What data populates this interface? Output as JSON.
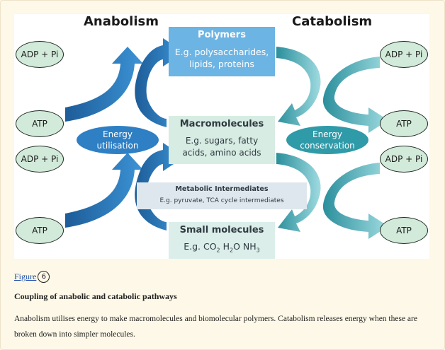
{
  "diagram": {
    "title_left": "Anabolism",
    "title_right": "Catabolism",
    "polymers": {
      "heading": "Polymers",
      "line1": "E.g. polysaccharides,",
      "line2": "lipids, proteins"
    },
    "macromolecules": {
      "heading": "Macromolecules",
      "line1": "E.g. sugars, fatty",
      "line2": "acids, amino acids"
    },
    "intermediates": {
      "heading": "Metabolic Intermediates",
      "body": "E.g. pyruvate, TCA cycle intermediates"
    },
    "small_molecules": {
      "heading": "Small molecules",
      "body_prefix": "E.g. CO",
      "sub1": "2",
      "h2o_h": " H",
      "sub2": "2",
      "h2o_o": "O NH",
      "sub3": "3"
    },
    "energy_left": {
      "line1": "Energy",
      "line2": "utilisation"
    },
    "energy_right": {
      "line1": "Energy",
      "line2": "conservation"
    },
    "adp": "ADP + Pi",
    "atp": "ATP",
    "colors": {
      "blue_dark": "#1d5c98",
      "blue_mid": "#2e86c9",
      "teal": "#2f9aa8",
      "teal_light": "#8fd4da",
      "box_polymers": "#6cb4e4",
      "box_macro": "#d7ece3",
      "box_inter": "#dfe7ee",
      "box_small": "#dbeeea"
    }
  },
  "caption": {
    "figure_label": "Figure",
    "figure_number": "6",
    "title": "Coupling of anabolic and catabolic pathways",
    "text_line1": "Anabolism utilises energy to make macromolecules and biomolecular polymers. Catabolism releases energy when these are",
    "text_line2": "broken down into simpler molecules."
  }
}
